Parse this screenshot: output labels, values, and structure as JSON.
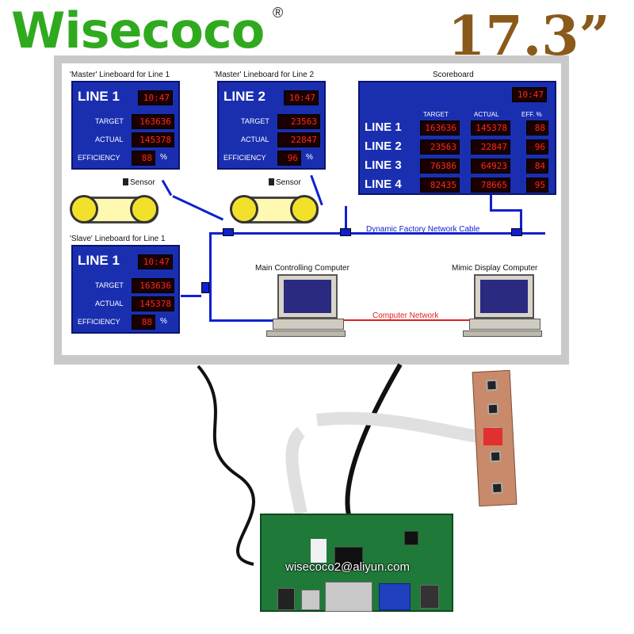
{
  "brand": {
    "name": "Wisecoco",
    "registered": "®",
    "size_label": "17.3”"
  },
  "screen": {
    "master1": {
      "title": "'Master' Lineboard for Line 1",
      "heading": "LINE 1",
      "time": "10:47",
      "target_label": "TARGET",
      "target": "163636",
      "actual_label": "ACTUAL",
      "actual": "145378",
      "eff_label": "EFFICIENCY",
      "eff": "88",
      "pct": "%"
    },
    "master2": {
      "title": "'Master' Lineboard for Line 2",
      "heading": "LINE 2",
      "time": "10:47",
      "target_label": "TARGET",
      "target": "23563",
      "actual_label": "ACTUAL",
      "actual": "22847",
      "eff_label": "EFFICIENCY",
      "eff": "96",
      "pct": "%"
    },
    "slave1": {
      "title": "'Slave' Lineboard for Line 1",
      "heading": "LINE 1",
      "time": "10:47",
      "target_label": "TARGET",
      "target": "163636",
      "actual_label": "ACTUAL",
      "actual": "145378",
      "eff_label": "EFFICIENCY",
      "eff": "88",
      "pct": "%"
    },
    "scoreboard": {
      "title": "Scoreboard",
      "time": "10:47",
      "headers": [
        "TARGET",
        "ACTUAL",
        "EFF. %"
      ],
      "rows": [
        {
          "line": "LINE 1",
          "target": "163636",
          "actual": "145378",
          "eff": "88"
        },
        {
          "line": "LINE 2",
          "target": "23563",
          "actual": "22847",
          "eff": "96"
        },
        {
          "line": "LINE 3",
          "target": "76386",
          "actual": "64923",
          "eff": "84"
        },
        {
          "line": "LINE 4",
          "target": "82435",
          "actual": "78665",
          "eff": "95"
        }
      ]
    },
    "sensor_label": "Sensor",
    "network_cable_label": "Dynamic Factory Network Cable",
    "main_computer_label": "Main Controlling Computer",
    "mimic_computer_label": "Mimic Display Computer",
    "computer_network_label": "Computer Network",
    "colors": {
      "board": "#1a2fb0",
      "led": "#ff2a1a",
      "cable": "#1020d0",
      "network": "#e02020"
    }
  },
  "hardware": {
    "email": "wisecoco2@aliyun.com"
  }
}
